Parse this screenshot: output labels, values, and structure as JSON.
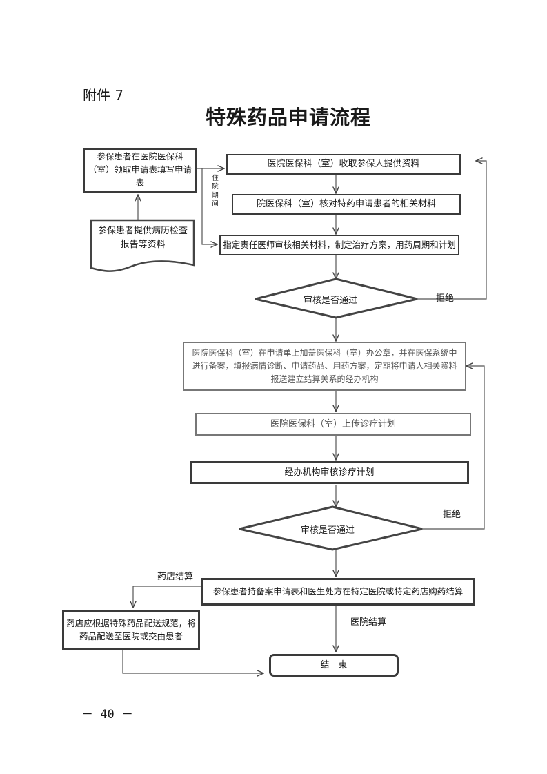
{
  "annex_label": "附件 7",
  "title": "特殊药品申请流程",
  "nodes": {
    "apply_form": "参保患者在医院医保科（室）领取申请表填写申请表",
    "provide_docs": "参保患者提供病历检查报告等资料",
    "receive_docs": "医院医保科（室）收取参保人提供资料",
    "check_materials": "院医保科（室）核对特药申请患者的相关材料",
    "assign_doctor": "指定责任医师审核相关材料，制定治疗方案，用药周期和计划",
    "review_1": "审核是否通过",
    "stamp_register": "医院医保科（室）在申请单上加盖医保科（室）办公章，并在医保系统中进行备案，填报病情诊断、申请药品、用药方案，定期将申请人相关资料报送建立结算关系的经办机构",
    "upload_plan": "医院医保科（室）上传诊疗计划",
    "agency_review": "经办机构审核诊疗计划",
    "review_2": "审核是否通过",
    "purchase": "参保患者持备案申请表和医生处方在特定医院或特定药店购药结算",
    "pharmacy_deliver": "药店应根据特殊药品配送规范，将药品配送至医院或交由患者",
    "end": "结　束"
  },
  "edge_labels": {
    "in_hospital": "住院期间",
    "reject_1": "拒绝",
    "reject_2": "拒绝",
    "pharmacy_settle": "药店结算",
    "hospital_settle": "医院结算"
  },
  "page_number": "－ 40 －"
}
